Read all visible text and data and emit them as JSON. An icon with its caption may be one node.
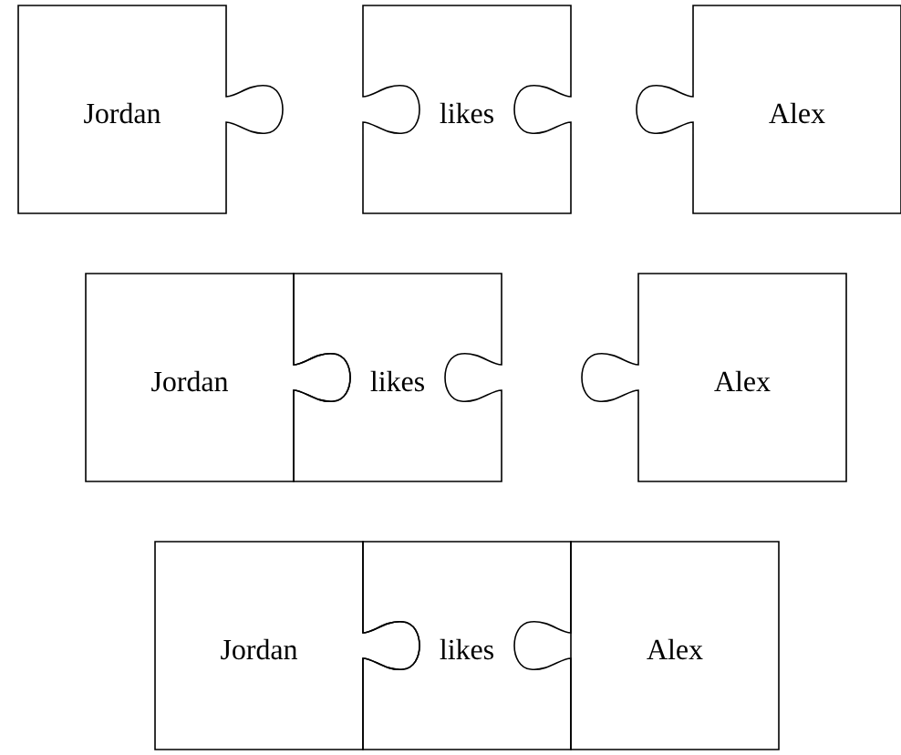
{
  "diagram": {
    "nodes": [
      {
        "text": [
          "Jordan"
        ]
      },
      {
        "text": [
          "likes"
        ]
      },
      {
        "text": [
          "Alex"
        ]
      },
      {
        "text": [
          "Jordan"
        ]
      },
      {
        "text": [
          "likes"
        ]
      },
      {
        "text": [
          "Alex"
        ]
      },
      {
        "text": [
          "Jordan"
        ]
      },
      {
        "text": [
          "likes"
        ]
      },
      {
        "text": [
          "Alex"
        ]
      }
    ]
  }
}
